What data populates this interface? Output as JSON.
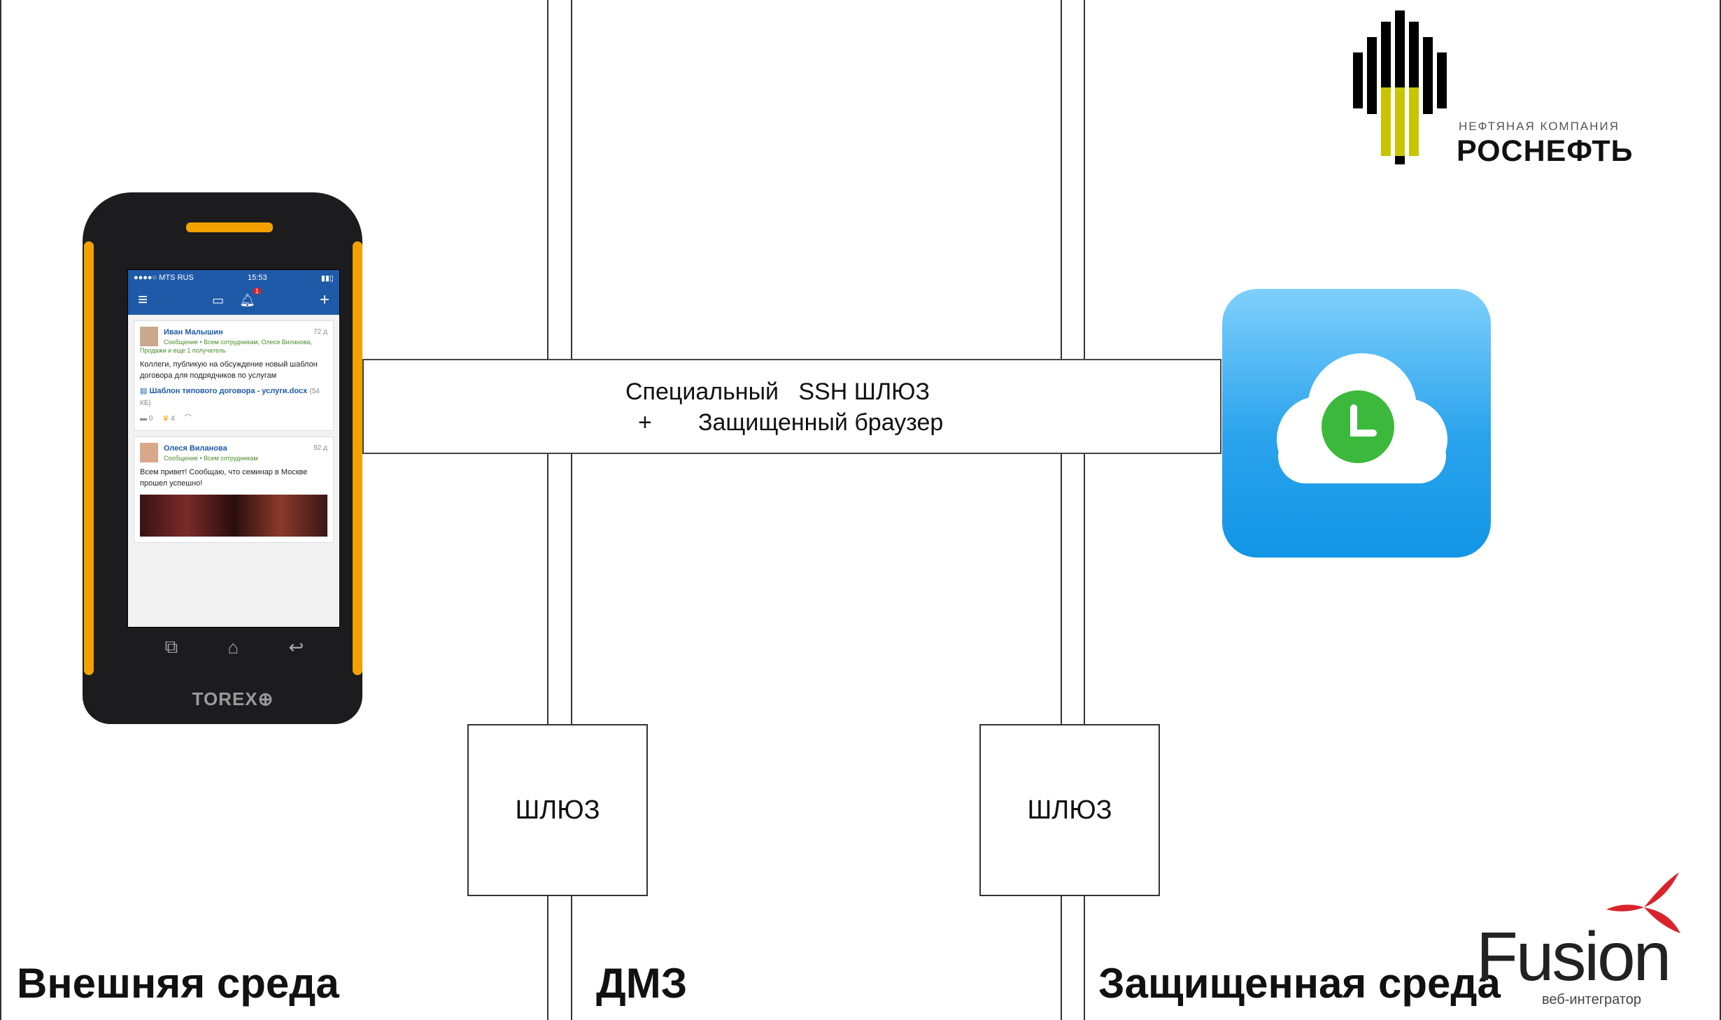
{
  "zones": {
    "external": "Внешняя среда",
    "dmz": "ДМЗ",
    "protected": "Защищенная среда"
  },
  "tunnel": {
    "line1": "Специальный   SSH ШЛЮЗ",
    "line2": "+       Защищенный браузер"
  },
  "gateways": [
    "ШЛЮЗ",
    "ШЛЮЗ"
  ],
  "phone": {
    "status_left": "●●●●○ MTS RUS",
    "status_time": "15:53",
    "notification_count": "1",
    "post1": {
      "author": "Иван Малышин",
      "age": "72 д",
      "meta": "Сообщение • Всем сотрудникам, Олеся Виланова, Продажи и еще 1 получатель",
      "text": "Коллеги, публикую на обсуждение новый шаблон договора для подрядчиков по услугам",
      "file": "Шаблон типового договора - услуги.docx",
      "file_size": "(54 КБ)",
      "comments": "0",
      "likes": "4"
    },
    "post2": {
      "author": "Олеся Виланова",
      "age": "92 д",
      "meta": "Сообщение • Всем сотрудникам",
      "text": "Всем привет! Сообщаю, что семинар в Москве прошел успешно!"
    },
    "brand": "TOREX"
  },
  "logos": {
    "rosneft_small": "НЕФТЯНАЯ КОМПАНИЯ",
    "rosneft_big": "РОСНЕФТЬ",
    "fusion": "Fusion",
    "fusion_sub": "веб-интегратор"
  },
  "colors": {
    "rosneft_bar": "#000000",
    "rosneft_accent": "#c8c400",
    "app_tile": "#1296e6",
    "clock": "#3cb93c",
    "fusion_star": "#d8242a",
    "phone_accent": "#f2a100"
  },
  "icons": [
    "menu-icon",
    "chat-icon",
    "bell-icon",
    "plus-icon",
    "cloud-icon",
    "clock-icon"
  ]
}
